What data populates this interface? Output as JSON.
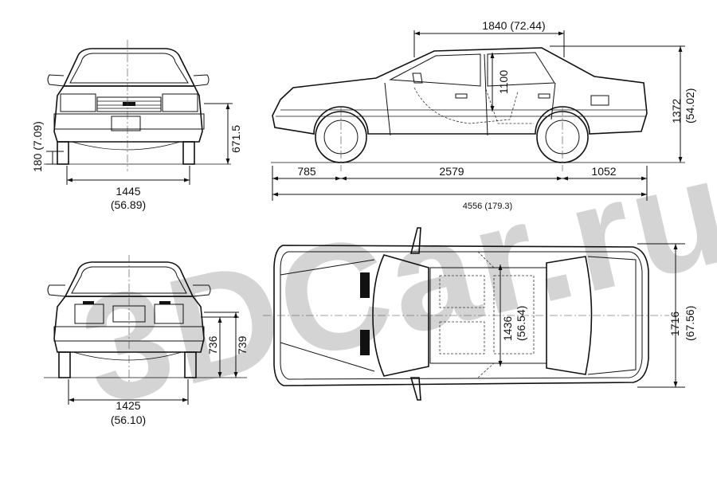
{
  "watermark": {
    "text": "3DCar.ru",
    "color": "#d4d4d4"
  },
  "colors": {
    "line": "#111111",
    "background": "#ffffff"
  },
  "dimensions": {
    "front_track": "1445",
    "front_track_in": "(56.89)",
    "front_ground_clearance": "180 (7.09)",
    "front_bumper_height": "671.5",
    "roof_length": "1840 (72.44)",
    "door_height": "1100",
    "overall_height": "1372",
    "overall_height_in": "(54.02)",
    "front_overhang": "785",
    "wheelbase": "2579",
    "rear_overhang": "1052",
    "overall_length": "4556 (179.3)",
    "rear_track": "1425",
    "rear_track_in": "(56.10)",
    "rear_height_a": "736",
    "rear_height_b": "739",
    "interior_width": "1436",
    "interior_width_in": "(56.54)",
    "overall_width": "1716",
    "overall_width_in": "(67.56)"
  }
}
